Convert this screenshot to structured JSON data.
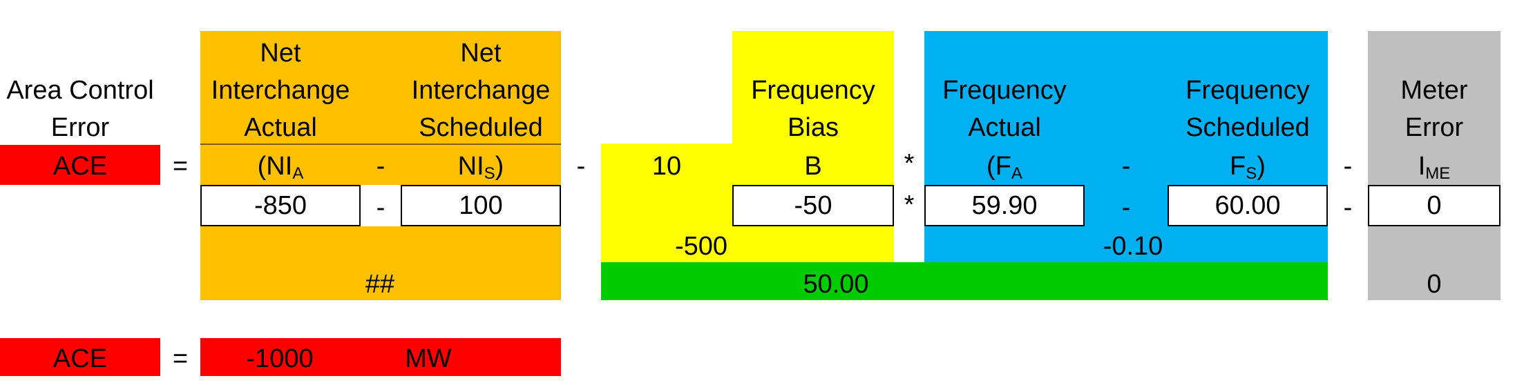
{
  "colors": {
    "red": "#ff0000",
    "orange": "#ffc000",
    "yellow": "#ffff00",
    "blue": "#00b0f0",
    "green": "#00cc00",
    "gray": "#bfbfbf"
  },
  "headers": {
    "ace": [
      "Area Control",
      "Error"
    ],
    "ni_actual": [
      "Net",
      "Interchange",
      "Actual"
    ],
    "ni_sched": [
      "Net",
      "Interchange",
      "Scheduled"
    ],
    "freq_bias": [
      "Frequency",
      "Bias"
    ],
    "freq_actual": [
      "Frequency",
      "Actual"
    ],
    "freq_sched": [
      "Frequency",
      "Scheduled"
    ],
    "meter": [
      "Meter",
      "Error"
    ]
  },
  "formula": {
    "ace": "ACE",
    "eq": "=",
    "ni_a_base": "(NI",
    "ni_a_sub": "A",
    "minus": "-",
    "ni_s_base": "NI",
    "ni_s_sub": "S",
    "ni_s_close": ")",
    "ten": "10",
    "b": "B",
    "times": "*",
    "f_a_base": "(F",
    "f_a_sub": "A",
    "f_s_base": "F",
    "f_s_sub": "S",
    "f_s_close": ")",
    "i_base": "I",
    "i_sub": "ME"
  },
  "inputs": {
    "ni_actual": "-850",
    "ni_sched": "100",
    "bias": "-50",
    "freq_actual": "59.90",
    "freq_sched": "60.00",
    "meter": "0"
  },
  "intermediate": {
    "ni_result": "##",
    "bias_product": "-500",
    "freq_diff": "-0.10",
    "freq_product": "50.00",
    "meter_result": "0"
  },
  "result": {
    "ace": "ACE",
    "eq": "=",
    "value": "-1000",
    "unit": "MW"
  }
}
